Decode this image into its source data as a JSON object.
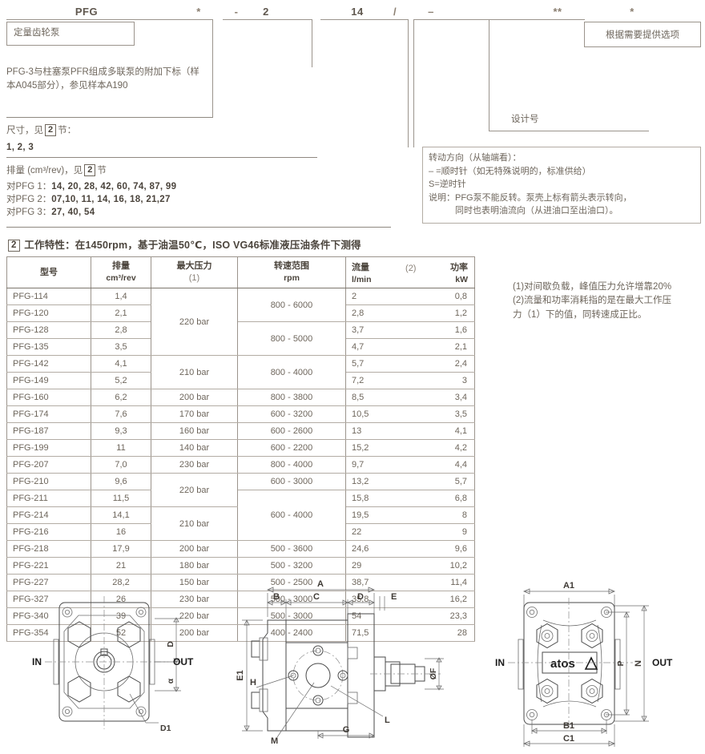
{
  "model_code": {
    "segments": [
      {
        "id": "family",
        "label": "PFG"
      },
      {
        "id": "series",
        "label": "*"
      },
      {
        "id": "dash",
        "label": "-"
      },
      {
        "id": "sizegroup",
        "label": "2"
      },
      {
        "id": "displacement",
        "label": "14"
      },
      {
        "id": "slash",
        "label": "/"
      },
      {
        "id": "rotation",
        "label": "–"
      },
      {
        "id": "design",
        "label": "**"
      },
      {
        "id": "options",
        "label": "*"
      }
    ],
    "family_box": "定量齿轮泵",
    "options_box": "根据需要提供选项",
    "design_box": "设计号"
  },
  "notes": {
    "multipump": "PFG-3与柱塞泵PFR组成多联泵的附加下标（样本A045部分），参见样本A190",
    "size_label_a": "尺寸，见",
    "size_label_b": "节：",
    "size_values": "1, 2, 3",
    "disp_label_a": "排量 (cm³/rev)，见",
    "disp_label_b": "节",
    "disp_rows": [
      {
        "label": "对PFG 1：",
        "values": "14, 20, 28, 42, 60, 74, 87, 99"
      },
      {
        "label": "对PFG 2：",
        "values": "07,10, 11, 14, 16, 18, 21,27"
      },
      {
        "label": "对PFG 3：",
        "values": "27, 40, 54"
      }
    ],
    "section_marker": "2",
    "rotation_block": [
      "转动方向（从轴端看）：",
      "– =顺时针（如无特殊说明的，标准供给）",
      "S=逆时针",
      "说明：PFG泵不能反转。泵壳上标有箭头表示转向，",
      "　　　同时也表明油流向（从进油口至出油口）。"
    ]
  },
  "section2": {
    "marker": "2",
    "title": "工作特性：在1450rpm，基于油温50℃，ISO  VG46标准液压油条件下测得"
  },
  "table": {
    "headers": {
      "model": "型号",
      "disp_t": "排量",
      "disp_u": "cm³/rev",
      "press_t": "最大压力",
      "press_note": "(1)",
      "speed_t": "转速范围",
      "speed_u": "rpm",
      "flow_t": "流量",
      "flow_note": "(2)",
      "flow_u": "l/min",
      "power_t": "功率",
      "power_u": "kW"
    },
    "rows": [
      {
        "model": "PFG-114",
        "disp": "1,4",
        "press": "220 bar",
        "press_span": 4,
        "speed": "800 - 6000",
        "speed_span": 2,
        "flow": "2",
        "power": "0,8"
      },
      {
        "model": "PFG-120",
        "disp": "2,1",
        "press": null,
        "speed": null,
        "flow": "2,8",
        "power": "1,2"
      },
      {
        "model": "PFG-128",
        "disp": "2,8",
        "press": null,
        "speed": "800 - 5000",
        "speed_span": 2,
        "flow": "3,7",
        "power": "1,6"
      },
      {
        "model": "PFG-135",
        "disp": "3,5",
        "press": null,
        "speed": null,
        "flow": "4,7",
        "power": "2,1"
      },
      {
        "model": "PFG-142",
        "disp": "4,1",
        "press": "210 bar",
        "press_span": 2,
        "speed": "800 - 4000",
        "speed_span": 2,
        "flow": "5,7",
        "power": "2,4"
      },
      {
        "model": "PFG-149",
        "disp": "5,2",
        "press": null,
        "speed": null,
        "flow": "7,2",
        "power": "3"
      },
      {
        "model": "PFG-160",
        "disp": "6,2",
        "press": "200 bar",
        "press_span": 1,
        "speed": "800 - 3800",
        "speed_span": 1,
        "flow": "8,5",
        "power": "3,4"
      },
      {
        "model": "PFG-174",
        "disp": "7,6",
        "press": "170 bar",
        "press_span": 1,
        "speed": "600 - 3200",
        "speed_span": 1,
        "flow": "10,5",
        "power": "3,5"
      },
      {
        "model": "PFG-187",
        "disp": "9,3",
        "press": "160 bar",
        "press_span": 1,
        "speed": "600 - 2600",
        "speed_span": 1,
        "flow": "13",
        "power": "4,1"
      },
      {
        "model": "PFG-199",
        "disp": "11",
        "press": "140 bar",
        "press_span": 1,
        "speed": "600 - 2200",
        "speed_span": 1,
        "flow": "15,2",
        "power": "4,2"
      },
      {
        "model": "PFG-207",
        "disp": "7,0",
        "press": "230 bar",
        "press_span": 1,
        "speed": "800 - 4000",
        "speed_span": 1,
        "flow": "9,7",
        "power": "4,4"
      },
      {
        "model": "PFG-210",
        "disp": "9,6",
        "press": "220 bar",
        "press_span": 2,
        "speed": "600 - 3000",
        "speed_span": 1,
        "flow": "13,2",
        "power": "5,7"
      },
      {
        "model": "PFG-211",
        "disp": "11,5",
        "press": null,
        "speed": "600 - 4000",
        "speed_span": 3,
        "flow": "15,8",
        "power": "6,8"
      },
      {
        "model": "PFG-214",
        "disp": "14,1",
        "press": "210 bar",
        "press_span": 2,
        "speed": null,
        "flow": "19,5",
        "power": "8"
      },
      {
        "model": "PFG-216",
        "disp": "16",
        "press": null,
        "speed": null,
        "flow": "22",
        "power": "9"
      },
      {
        "model": "PFG-218",
        "disp": "17,9",
        "press": "200 bar",
        "press_span": 1,
        "speed": "500 - 3600",
        "speed_span": 1,
        "flow": "24,6",
        "power": "9,6"
      },
      {
        "model": "PFG-221",
        "disp": "21",
        "press": "180 bar",
        "press_span": 1,
        "speed": "500 - 3200",
        "speed_span": 1,
        "flow": "29",
        "power": "10,2"
      },
      {
        "model": "PFG-227",
        "disp": "28,2",
        "press": "150 bar",
        "press_span": 1,
        "speed": "500 - 2500",
        "speed_span": 1,
        "flow": "38,7",
        "power": "11,4"
      },
      {
        "model": "PFG-327",
        "disp": "26",
        "press": "230 bar",
        "press_span": 1,
        "speed": "500 - 3000",
        "speed_span": 1,
        "flow": "35,8",
        "power": "16,2"
      },
      {
        "model": "PFG-340",
        "disp": "39",
        "press": "220 bar",
        "press_span": 1,
        "speed": "500 - 3000",
        "speed_span": 1,
        "flow": "54",
        "power": "23,3"
      },
      {
        "model": "PFG-354",
        "disp": "52",
        "press": "200 bar",
        "press_span": 1,
        "speed": "400 - 2400",
        "speed_span": 1,
        "flow": "71,5",
        "power": "28"
      }
    ]
  },
  "footnotes": [
    "(1)对间歇负载，峰值压力允许增靠20%",
    "(2)流量和功率消耗指的是在最大工作压",
    "力（1）下的值，同转速成正比。"
  ],
  "drawings": {
    "front_view": {
      "port_in": "IN",
      "port_out": "OUT",
      "dims": [
        "D",
        "α",
        "D1"
      ]
    },
    "side_view": {
      "dims": [
        "A",
        "B",
        "C",
        "D",
        "E",
        "E1",
        "F",
        "G",
        "H",
        "M",
        "L"
      ],
      "phi_f": "øF"
    },
    "rear_view": {
      "port_in": "IN",
      "port_out": "OUT",
      "logo": "atos",
      "dims": [
        "A1",
        "B1",
        "C1",
        "N",
        "P"
      ]
    }
  },
  "colors": {
    "text": "#6e665c",
    "rule": "#9b948c",
    "heading": "#4b443c"
  }
}
